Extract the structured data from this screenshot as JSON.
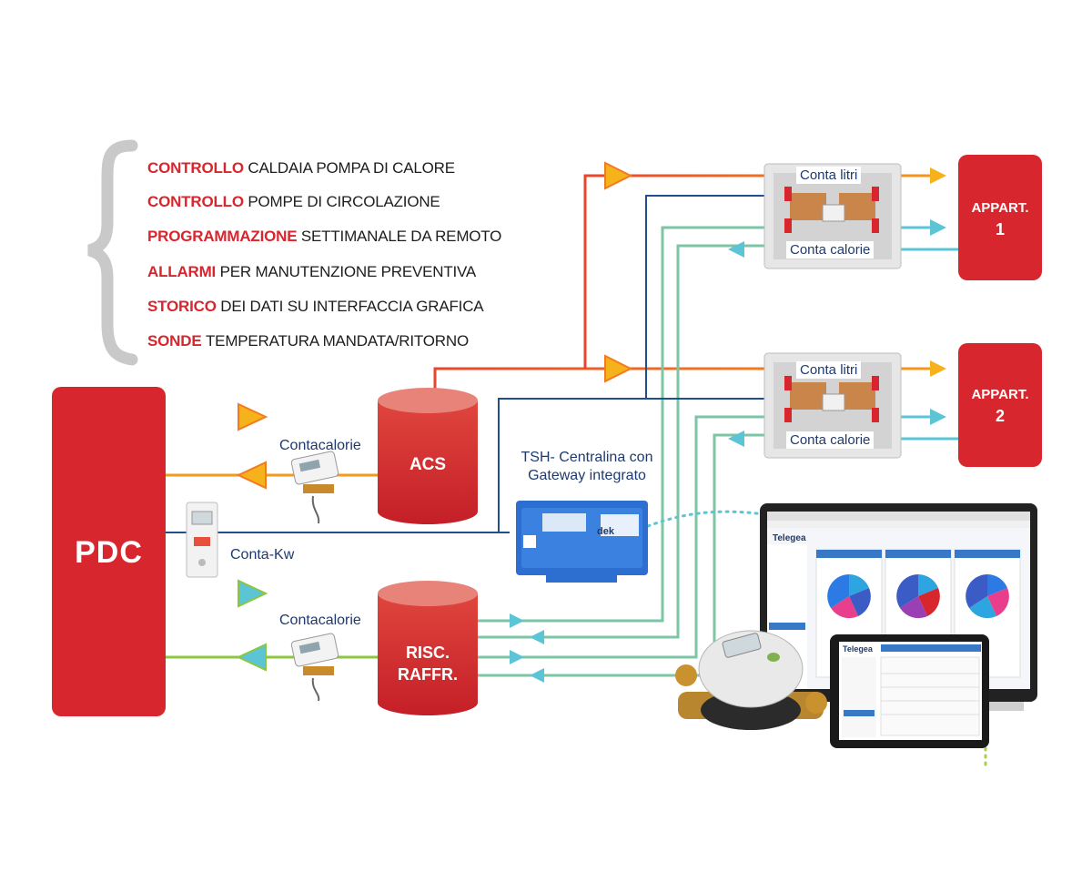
{
  "features": [
    {
      "keyword": "CONTROLLO",
      "text": "CALDAIA POMPA DI CALORE"
    },
    {
      "keyword": "CONTROLLO",
      "text": "POMPE DI CIRCOLAZIONE"
    },
    {
      "keyword": "PROGRAMMAZIONE",
      "text": "SETTIMANALE DA REMOTO"
    },
    {
      "keyword": "ALLARMI",
      "text": "PER MANUTENZIONE PREVENTIVA"
    },
    {
      "keyword": "STORICO",
      "text": "DEI DATI SU INTERFACCIA GRAFICA"
    },
    {
      "keyword": "SONDE",
      "text": "TEMPERATURA MANDATA/RITORNO"
    }
  ],
  "nodes": {
    "pdc": "PDC",
    "acs": "ACS",
    "risc_line1": "RISC.",
    "risc_line2": "RAFFR.",
    "appart1_line1": "APPART.",
    "appart1_line2": "1",
    "appart2_line1": "APPART.",
    "appart2_line2": "2"
  },
  "labels": {
    "contacalorie_top": "Contacalorie",
    "contacalorie_bottom": "Contacalorie",
    "conta_kw": "Conta-Kw",
    "tsh_line1": "TSH- Centralina con",
    "tsh_line2": "Gateway integrato",
    "conta_litri_1": "Conta litri",
    "conta_calorie_1": "Conta calorie",
    "conta_litri_2": "Conta litri",
    "conta_calorie_2": "Conta calorie",
    "gateway_brand": "dek",
    "app_brand_monitor": "Telegea",
    "app_brand_tablet": "Telegea"
  },
  "colors": {
    "red": "#d7262e",
    "hot_line": "#f47a1f",
    "warm_arrow": "#f6b21b",
    "cold_line": "#6cc24a",
    "teal_line": "#5bc5d6",
    "navy_line": "#1f4f8c",
    "brace": "#c8c8c8"
  }
}
